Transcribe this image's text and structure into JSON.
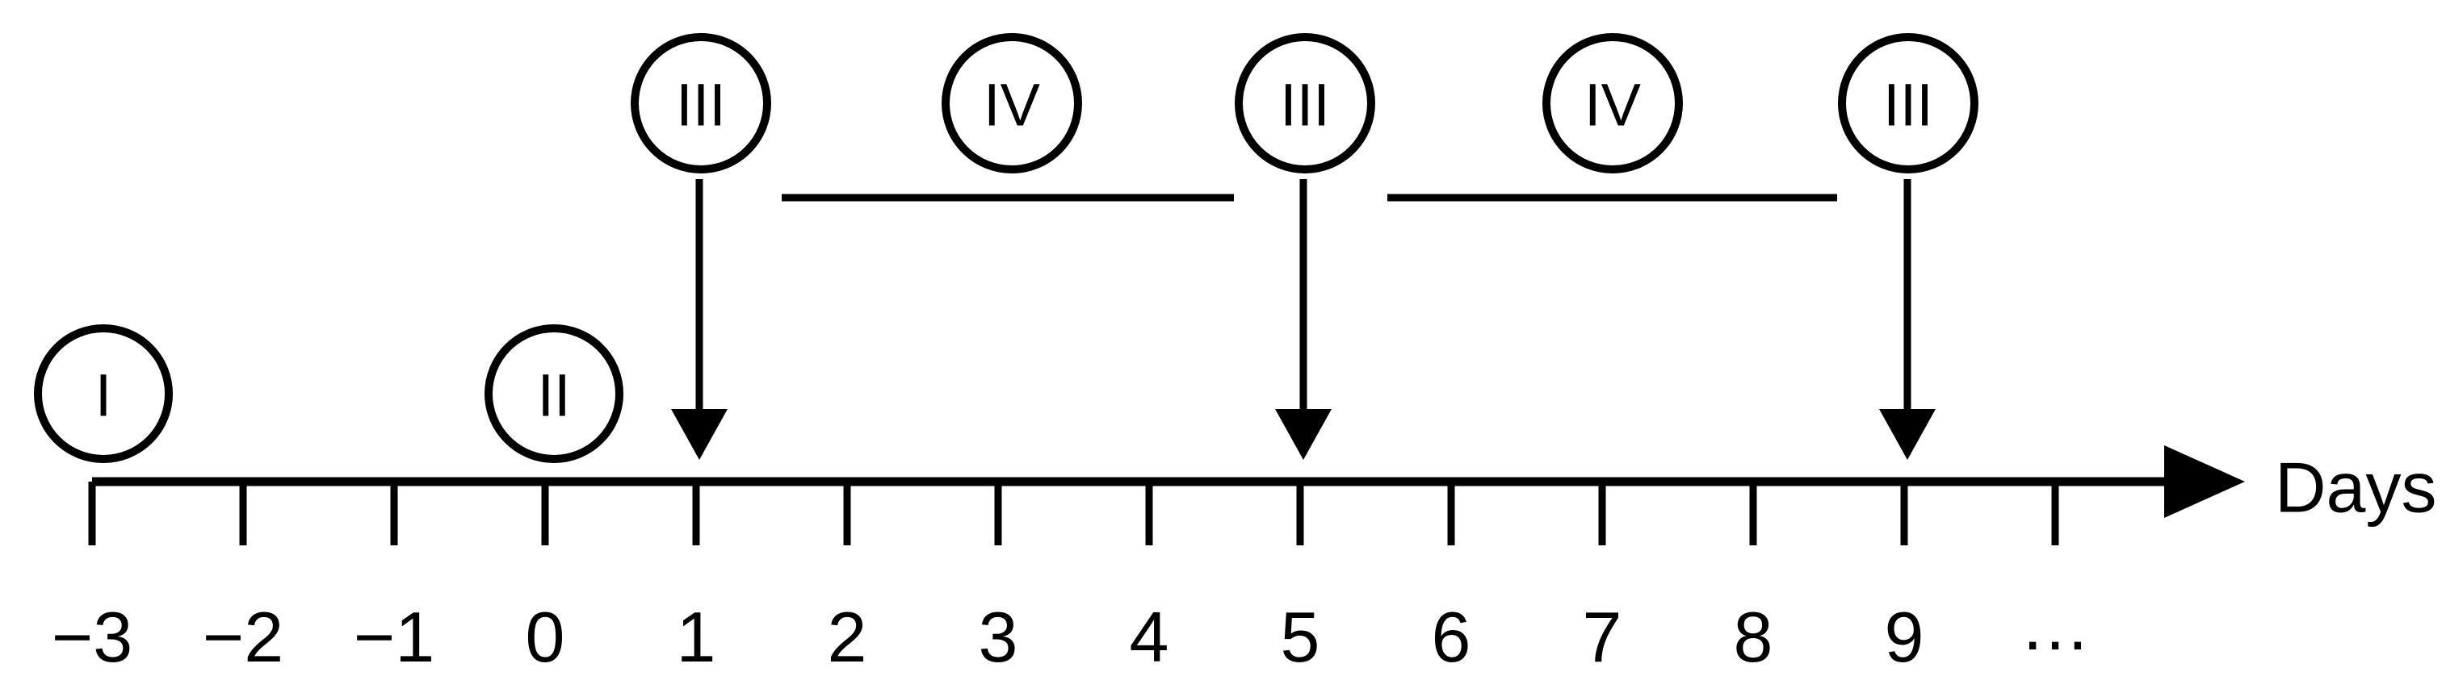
{
  "diagram": {
    "type": "timeline",
    "axis": {
      "title": "Days",
      "tick_labels": [
        "−3",
        "−2",
        "−1",
        "0",
        "1",
        "2",
        "3",
        "4",
        "5",
        "6",
        "7",
        "8",
        "9",
        "…"
      ],
      "tick_values": [
        -3,
        -2,
        -1,
        0,
        1,
        2,
        3,
        4,
        5,
        6,
        7,
        8,
        9,
        null
      ],
      "arrow_direction": "right",
      "color": "#000000"
    },
    "below_axis_nodes": [
      {
        "label": "I",
        "day": -3
      },
      {
        "label": "II",
        "day": 0
      }
    ],
    "above_axis_nodes": [
      {
        "label": "III",
        "day": 1,
        "has_arrow": true
      },
      {
        "label": "IV",
        "day": null,
        "has_arrow": false
      },
      {
        "label": "III",
        "day": 5,
        "has_arrow": true
      },
      {
        "label": "IV",
        "day": null,
        "has_arrow": false
      },
      {
        "label": "III",
        "day": 9,
        "has_arrow": true
      }
    ],
    "brackets": [
      {
        "label": "IV",
        "from_day": 1,
        "to_day": 5
      },
      {
        "label": "IV",
        "from_day": 5,
        "to_day": 9
      }
    ]
  }
}
